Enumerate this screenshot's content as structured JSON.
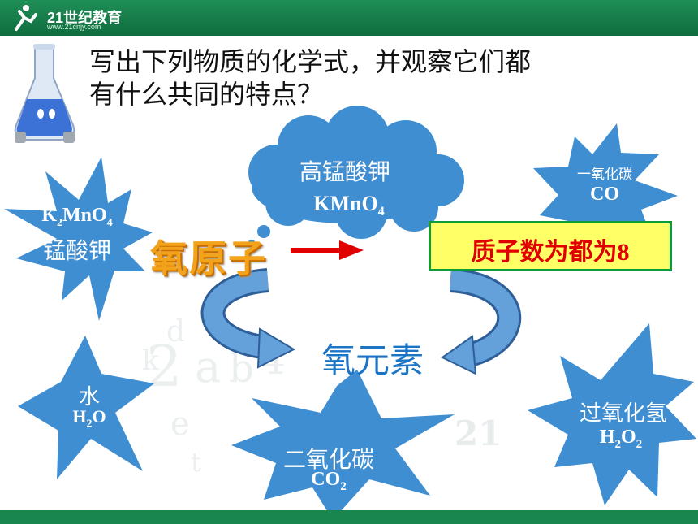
{
  "header": {
    "logo": "21世纪教育",
    "url": "www.21cnjy.com"
  },
  "title": {
    "line1": "写出下列物质的化学式，并观察它们都",
    "line2": "有什么共同的特点？"
  },
  "cloud": {
    "name": "高锰酸钾",
    "formula": "KMnO",
    "sub": "4"
  },
  "stars": {
    "k2mno4": {
      "f1": "K",
      "s1": "2",
      "f2": "MnO",
      "s2": "4",
      "name": "锰酸钾"
    },
    "co": {
      "name": "一氧化碳",
      "formula": "CO"
    },
    "water": {
      "name": "水",
      "f1": "H",
      "s1": "2",
      "f2": "O"
    },
    "co2": {
      "name": "二氧化碳",
      "f1": "CO",
      "s1": "2"
    },
    "h2o2": {
      "name": "过氧化氢",
      "f1": "H",
      "s1": "2",
      "f2": "O",
      "s2": "2"
    }
  },
  "oxygen_atom": "氧原子",
  "result": "质子数为都为8",
  "element": "氧元素",
  "colors": {
    "star": "#3f8ed1",
    "header": "#168650",
    "result_bg": "#ffff66",
    "result_text": "#e00000",
    "element": "#1b74c4"
  }
}
